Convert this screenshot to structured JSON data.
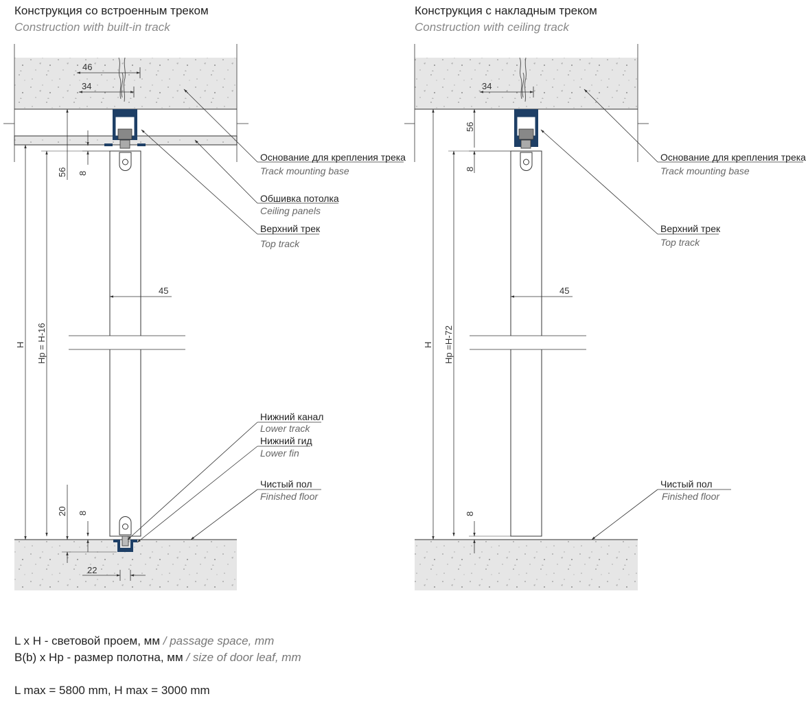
{
  "left": {
    "title_ru": "Конструкция со встроенным треком",
    "title_en": "Construction with built-in track",
    "dims": {
      "d46": "46",
      "d34": "34",
      "d56": "56",
      "d8_top": "8",
      "d45": "45",
      "H": "H",
      "Hp": "Hp = H-16",
      "d20": "20",
      "d8_bot": "8",
      "d22": "22"
    },
    "labels": [
      {
        "ru": "Основание для крепления трека",
        "en": "Track mounting base"
      },
      {
        "ru": "Обшивка потолка",
        "en": "Ceiling panels"
      },
      {
        "ru": "Верхний трек",
        "en": "Top track"
      },
      {
        "ru": "Нижний канал",
        "en": "Lower track"
      },
      {
        "ru": "Нижний гид",
        "en": "Lower fin"
      },
      {
        "ru": "Чистый пол",
        "en": "Finished floor"
      }
    ]
  },
  "right": {
    "title_ru": "Конструкция с накладным треком",
    "title_en": "Construction with ceiling track",
    "dims": {
      "d34": "34",
      "d56": "56",
      "d8_top": "8",
      "d45": "45",
      "H": "H",
      "Hp": "Hp =H-72",
      "d8_bot": "8"
    },
    "labels": [
      {
        "ru": "Основание для крепления трека",
        "en": "Track mounting base"
      },
      {
        "ru": "Верхний трек",
        "en": "Top track"
      },
      {
        "ru": "Чистый пол",
        "en": "Finished floor"
      }
    ]
  },
  "notes": {
    "line1_ru": "L x H - световой проем, мм",
    "line1_en": " / passage space, mm",
    "line2_ru": "B(b) x Hp - размер полотна, мм",
    "line2_en": " / size of door leaf, mm",
    "line3": "L max = 5800 mm, H max = 3000 mm"
  },
  "colors": {
    "concrete": "#e6e6e6",
    "track": "#1e3f66",
    "line": "#333333"
  }
}
